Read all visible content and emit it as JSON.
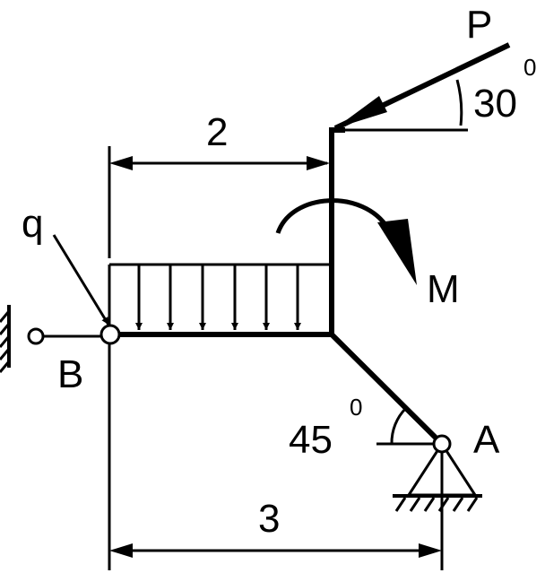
{
  "labels": {
    "force": "P",
    "force_angle": "30",
    "force_angle_sup": "0",
    "dim_top": "2",
    "load": "q",
    "moment": "M",
    "support_b": "B",
    "support_a": "A",
    "member_angle": "45",
    "member_angle_sup": "0",
    "dim_bottom": "3"
  },
  "colors": {
    "ink": "#000000",
    "background": "#ffffff"
  }
}
